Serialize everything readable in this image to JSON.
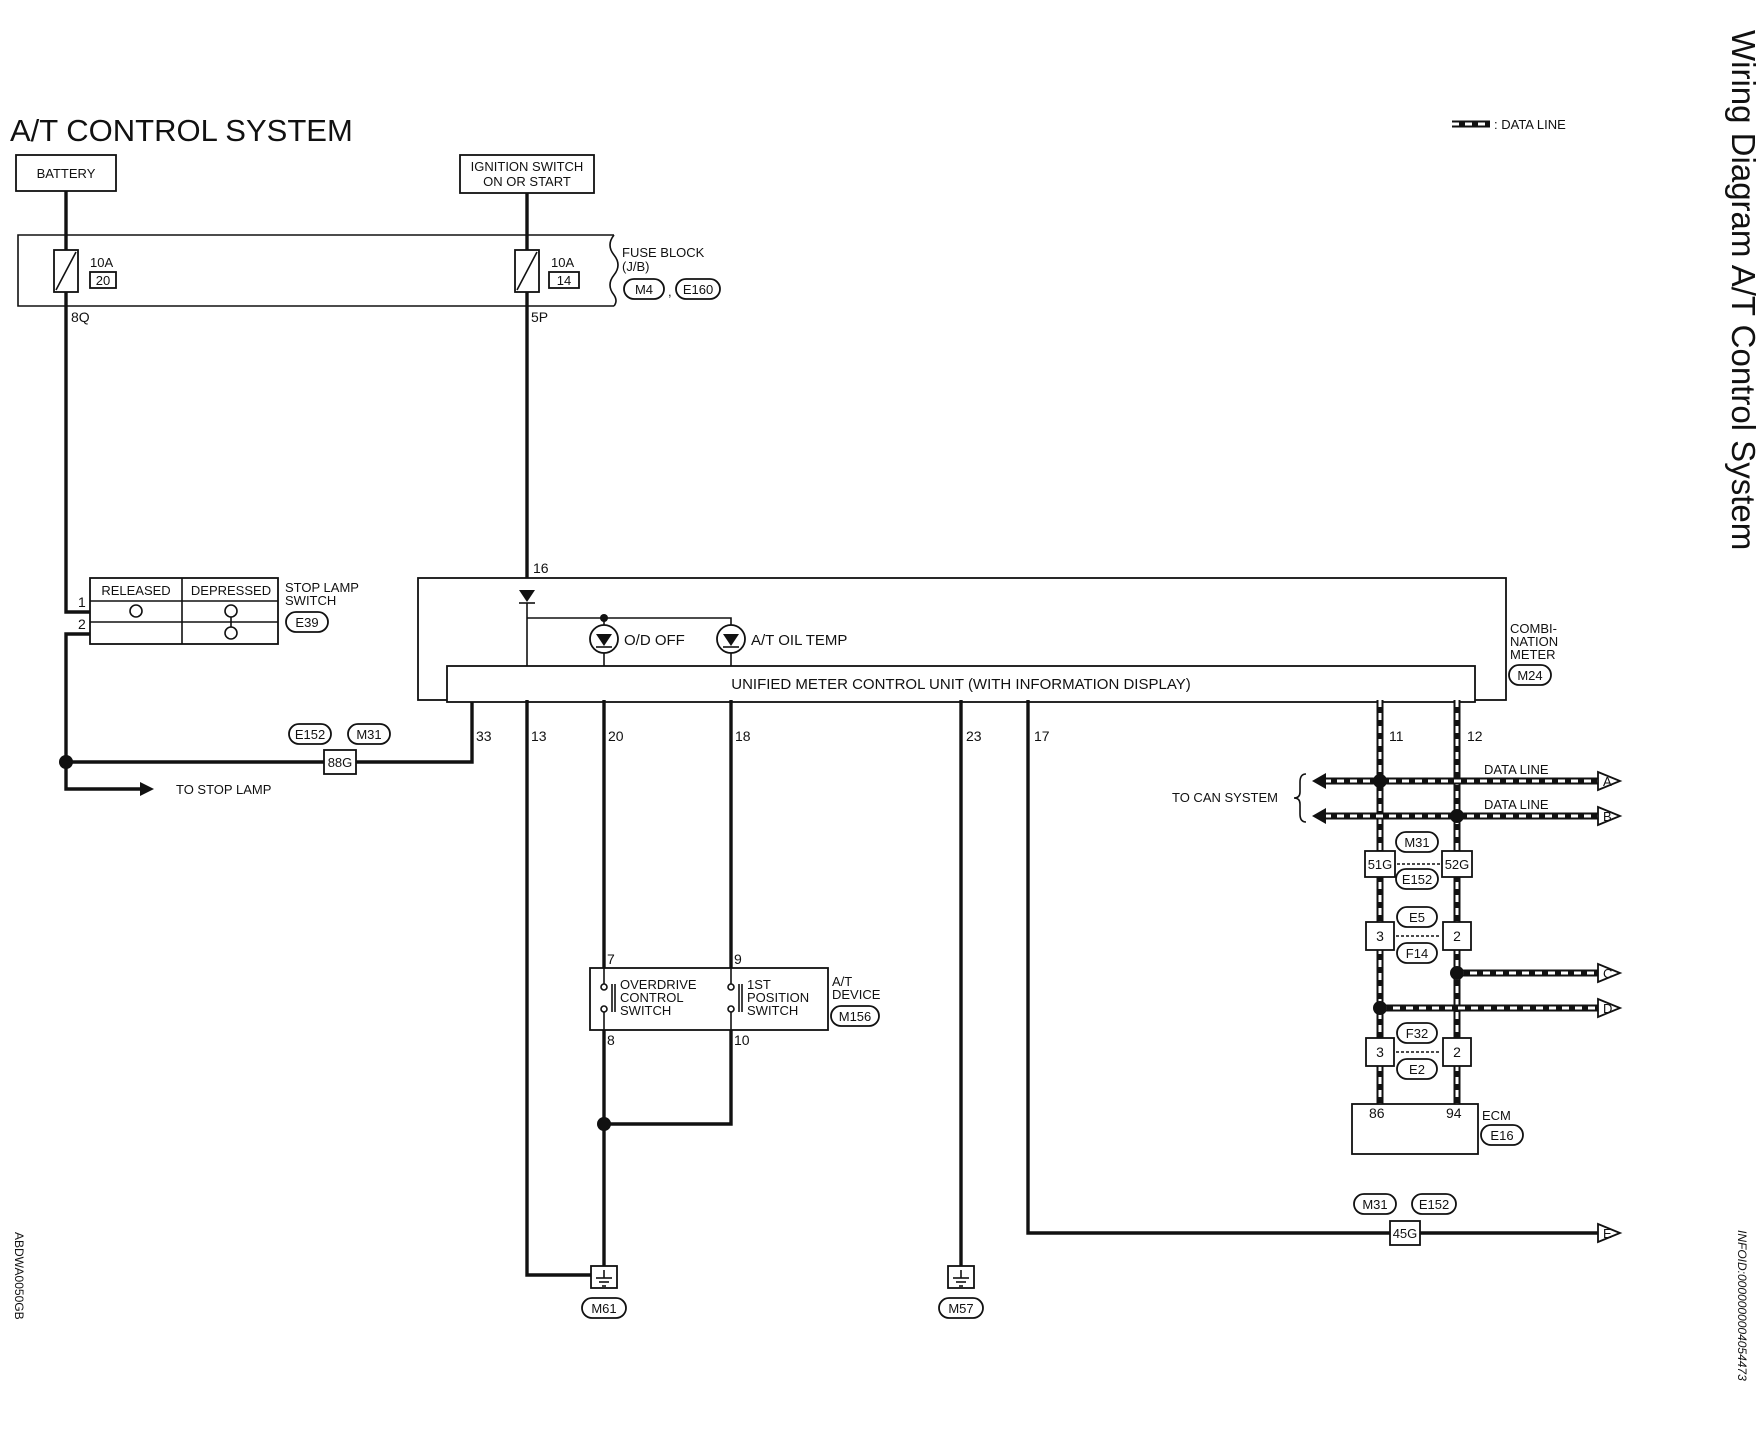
{
  "title": "A/T CONTROL SYSTEM",
  "side_title": "Wiring Diagram A/T Control System",
  "info_id": "INFOID:0000000004054473",
  "figure_code": "ABDWA0050GB",
  "legend": {
    "data_line": ": DATA LINE"
  },
  "sources": {
    "battery": "BATTERY",
    "ignition_line1": "IGNITION SWITCH",
    "ignition_line2": "ON OR START"
  },
  "fuse_block": {
    "name_line1": "FUSE BLOCK",
    "name_line2": "(J/B)",
    "connectors": [
      "M4",
      "E160"
    ],
    "fuse1": {
      "rating": "10A",
      "number": "20",
      "terminal": "8Q"
    },
    "fuse2": {
      "rating": "10A",
      "number": "14",
      "terminal": "5P"
    }
  },
  "stop_lamp_switch": {
    "name_line1": "STOP LAMP",
    "name_line2": "SWITCH",
    "connector": "E39",
    "col_released": "RELEASED",
    "col_depressed": "DEPRESSED",
    "pins": [
      "1",
      "2"
    ]
  },
  "harness_stop": {
    "connectors": [
      "E152",
      "M31"
    ],
    "terminal": "88G"
  },
  "to_stop_lamp": "TO STOP LAMP",
  "combination_meter": {
    "name_line1": "COMBI-",
    "name_line2": "NATION",
    "name_line3": "METER",
    "connector": "M24",
    "unit_label": "UNIFIED METER CONTROL UNIT (WITH INFORMATION DISPLAY)",
    "indicator_od": "O/D OFF",
    "indicator_temp": "A/T OIL TEMP",
    "pins": {
      "p16": "16",
      "p33": "33",
      "p13": "13",
      "p20": "20",
      "p18": "18",
      "p23": "23",
      "p17": "17",
      "p11": "11",
      "p12": "12"
    }
  },
  "at_device": {
    "name_line1": "A/T",
    "name_line2": "DEVICE",
    "connector": "M156",
    "sw1_line1": "OVERDRIVE",
    "sw1_line2": "CONTROL",
    "sw1_line3": "SWITCH",
    "sw2_line1": "1ST",
    "sw2_line2": "POSITION",
    "sw2_line3": "SWITCH",
    "pins": {
      "p7": "7",
      "p9": "9",
      "p8": "8",
      "p10": "10"
    }
  },
  "grounds": {
    "g1": "M61",
    "g2": "M57"
  },
  "can": {
    "to_can": "TO CAN SYSTEM",
    "data_line_a": "DATA LINE",
    "data_line_b": "DATA LINE",
    "markers": [
      "A",
      "B",
      "C",
      "D",
      "E"
    ]
  },
  "joints": {
    "j1": {
      "upper": "M31",
      "lower": "E152",
      "left": "51G",
      "right": "52G"
    },
    "j2": {
      "upper": "E5",
      "lower": "F14",
      "left": "3",
      "right": "2"
    },
    "j3": {
      "upper": "F32",
      "lower": "E2",
      "left": "3",
      "right": "2"
    }
  },
  "ecm": {
    "name": "ECM",
    "connector": "E16",
    "pin_left": "86",
    "pin_right": "94"
  },
  "harness_e": {
    "connectors": [
      "M31",
      "E152"
    ],
    "terminal": "45G"
  }
}
